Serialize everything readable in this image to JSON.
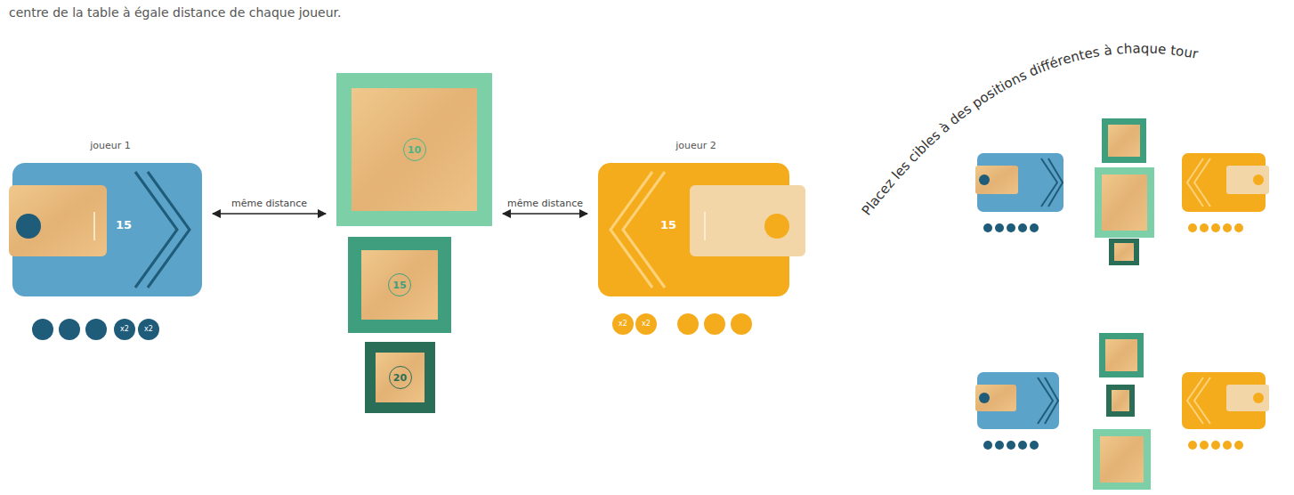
{
  "diagram": {
    "nodes": [
      {
        "text": [
          "joueur 1",
          "15"
        ]
      },
      {
        "text": [
          "10"
        ]
      },
      {
        "text": [
          "15"
        ]
      },
      {
        "text": [
          "20"
        ]
      },
      {
        "text": [
          "joueur 2",
          "15"
        ]
      },
      {
        "text": [
          "x2"
        ]
      },
      {
        "text": [
          "x2"
        ]
      },
      {
        "text": [
          "x2"
        ]
      },
      {
        "text": [
          "x2"
        ]
      }
    ],
    "edges": [
      {
        "from": 0,
        "to": 1,
        "label": "même distance",
        "arrow": "both"
      },
      {
        "from": 1,
        "to": 4,
        "label": "même distance",
        "arrow": "both"
      }
    ],
    "labels": [
      "centre de la table à égale distance de chaque joueur.",
      "Placez les cibles à des positions différentes à chaque tour"
    ]
  }
}
